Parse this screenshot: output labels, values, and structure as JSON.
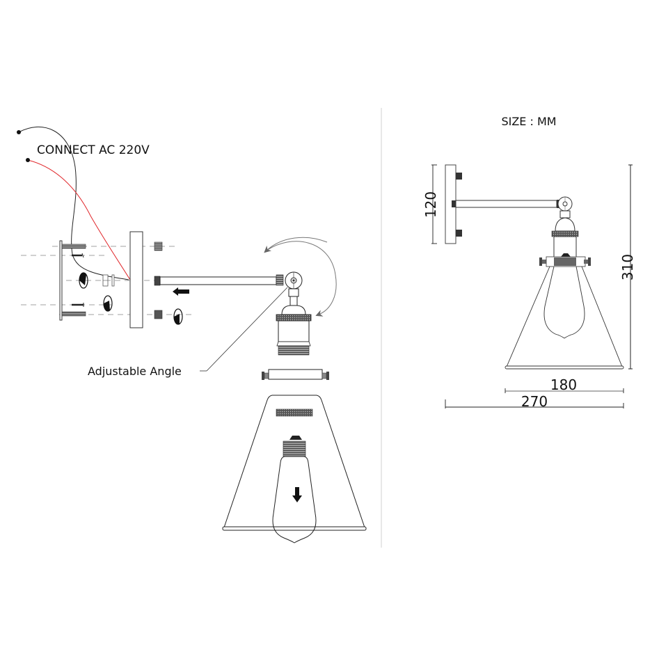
{
  "left_panel": {
    "wire_label": "CONNECT AC 220V",
    "angle_label": "Adjustable Angle",
    "wire_colors": {
      "neutral": "#222222",
      "live": "#e0262a"
    }
  },
  "right_panel": {
    "units_label": "SIZE : MM",
    "dimensions": {
      "backplate_height": "120",
      "total_height": "310",
      "shade_diameter": "180",
      "total_projection": "270"
    }
  },
  "colors": {
    "line": "#222222",
    "guide": "#a0a0a0",
    "divider": "#d0d0d0",
    "fill_dark": "#444444"
  }
}
